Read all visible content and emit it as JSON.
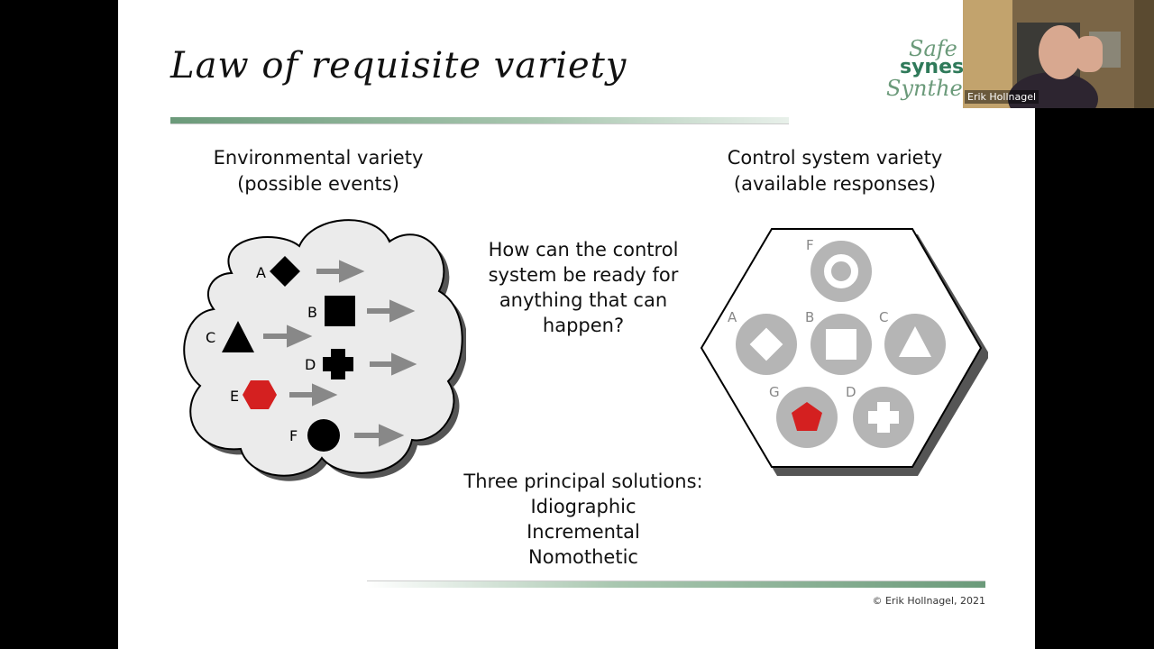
{
  "slide": {
    "title": "Law of requisite variety",
    "env_heading": [
      "Environmental variety",
      "(possible events)"
    ],
    "ctrl_heading": [
      "Control system variety",
      "(available responses)"
    ],
    "question": "How can the control system be ready for anything that can happen?",
    "solutions": [
      "Three principal solutions:",
      "Idiographic",
      "Incremental",
      "Nomothetic"
    ],
    "copyright": "© Erik Hollnagel, 2021"
  },
  "cloud_labels": {
    "A": "A",
    "B": "B",
    "C": "C",
    "D": "D",
    "E": "E",
    "F": "F"
  },
  "hex_labels": {
    "F": "F",
    "A": "A",
    "B": "B",
    "C": "C",
    "G": "G",
    "D": "D"
  },
  "logo": {
    "line1": "Safe",
    "line2": "synes",
    "line3": "Synthe"
  },
  "video": {
    "participant_name": "Erik Hollnagel"
  },
  "colors": {
    "accent_green": "#6b9a7a",
    "shape_red": "#d42020",
    "circle_grey": "#b5b5b5",
    "cloud_fill": "#ebebeb"
  }
}
